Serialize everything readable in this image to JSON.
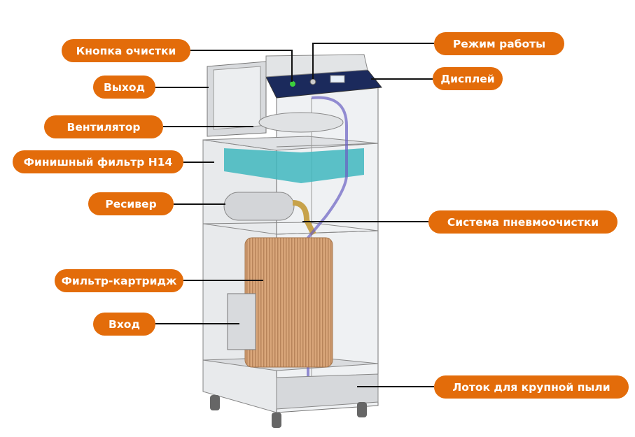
{
  "accent_color": "#E36C0A",
  "labels": {
    "cleaning_button": "Кнопка очистки",
    "operating_mode": "Режим работы",
    "outlet": "Выход",
    "display": "Дисплей",
    "fan": "Вентилятор",
    "final_filter": "Финишный фильтр H14",
    "receiver": "Ресивер",
    "pneumatic_cleaning": "Система пневмоочистки",
    "cartridge_filter": "Фильтр-картридж",
    "inlet": "Вход",
    "dust_tray": "Лоток для крупной пыли"
  }
}
